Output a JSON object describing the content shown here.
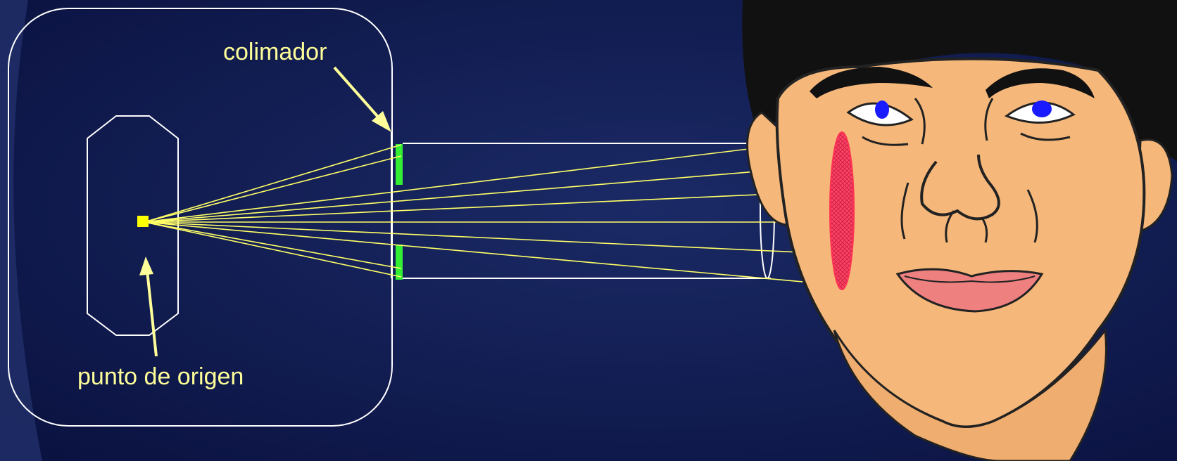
{
  "labels": {
    "collimator": "colimador",
    "origin": "punto de origen"
  },
  "colors": {
    "background": "#0e1a4a",
    "outline": "#ffffff",
    "label_text": "#ffff99",
    "beam": "#ffff66",
    "source": "#ffff00",
    "collimator": "#33ee33",
    "skin": "#f5b77a",
    "hair": "#111111",
    "lips": "#ee8080",
    "iris": "#1a1aff",
    "field": "#ff3355"
  },
  "icons": {
    "source": "square-point-source",
    "face": "human-face-illustration",
    "field": "red-irradiation-ellipse"
  }
}
